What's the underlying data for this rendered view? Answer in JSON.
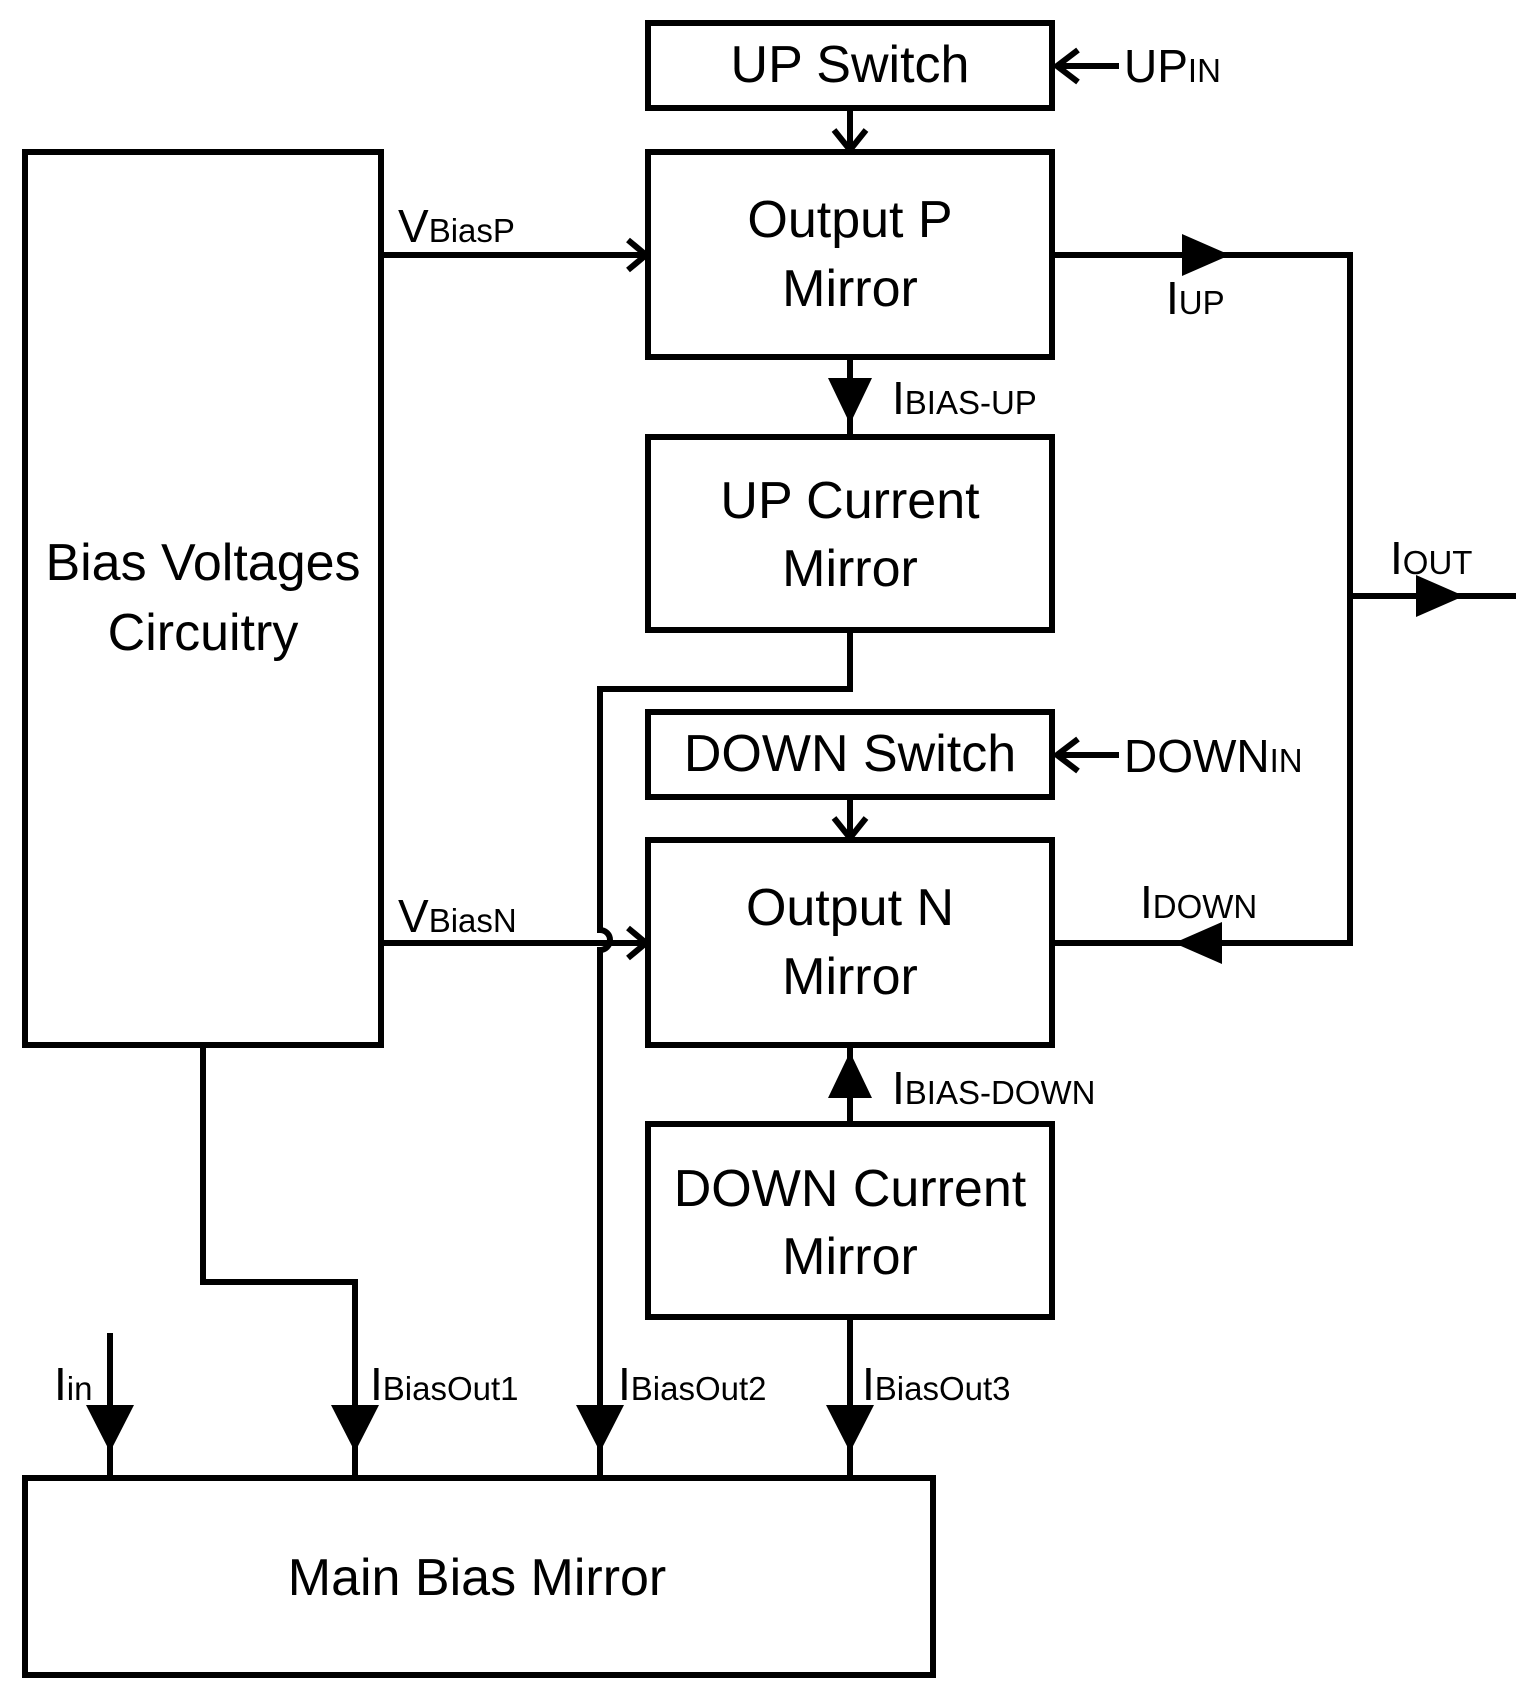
{
  "blocks": {
    "bias_voltages": [
      "Bias Voltages",
      "Circuitry"
    ],
    "up_switch": [
      "UP Switch"
    ],
    "output_p": [
      "Output P",
      "Mirror"
    ],
    "up_current": [
      "UP Current",
      "Mirror"
    ],
    "down_switch": [
      "DOWN Switch"
    ],
    "output_n": [
      "Output N",
      "Mirror"
    ],
    "down_current": [
      "DOWN Current",
      "Mirror"
    ],
    "main_bias": [
      "Main Bias Mirror"
    ]
  },
  "signals": {
    "up_in": {
      "main": "UP",
      "sub": "IN"
    },
    "down_in": {
      "main": "DOWN",
      "sub": "IN"
    },
    "vbias_p": {
      "main": "V",
      "sub": "BiasP"
    },
    "vbias_n": {
      "main": "V",
      "sub": "BiasN"
    },
    "i_up": {
      "main": "I",
      "sub": "UP"
    },
    "i_down": {
      "main": "I",
      "sub": "DOWN"
    },
    "i_out": {
      "main": "I",
      "sub": "OUT"
    },
    "i_bias_up": {
      "main": "I",
      "sub": "BIAS-UP"
    },
    "i_bias_down": {
      "main": "I",
      "sub": "BIAS-DOWN"
    },
    "i_in": {
      "main": "I",
      "sub": "in"
    },
    "i_bias_out1": {
      "main": "I",
      "sub": "BiasOut1"
    },
    "i_bias_out2": {
      "main": "I",
      "sub": "BiasOut2"
    },
    "i_bias_out3": {
      "main": "I",
      "sub": "BiasOut3"
    }
  },
  "colors": {
    "line": "#000000",
    "background": "#ffffff"
  }
}
